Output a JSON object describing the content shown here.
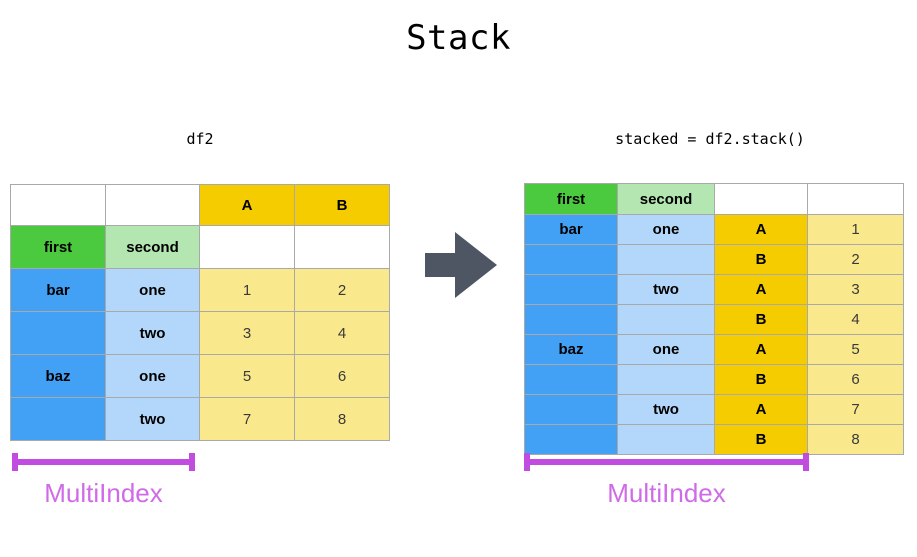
{
  "page": {
    "title": "Stack",
    "background": "#ffffff"
  },
  "colors": {
    "gold": "#F5CC00",
    "light_yellow": "#FAE98C",
    "green": "#4BC93F",
    "light_green": "#B3E6B0",
    "blue": "#42A0F5",
    "light_blue": "#B3D7FA",
    "arrow": "#4E5663",
    "bracket": "#C04DE0",
    "bracket_label": "#D06BE8",
    "grid_line": "#a9a9a9"
  },
  "left": {
    "caption": "df2",
    "table": {
      "rows": [
        [
          {
            "text": "",
            "style": "c-blank"
          },
          {
            "text": "",
            "style": "c-blank"
          },
          {
            "text": "A",
            "style": "c-gold"
          },
          {
            "text": "B",
            "style": "c-gold"
          }
        ],
        [
          {
            "text": "first",
            "style": "c-green"
          },
          {
            "text": "second",
            "style": "c-lgreen"
          },
          {
            "text": "",
            "style": "c-blank"
          },
          {
            "text": "",
            "style": "c-blank"
          }
        ],
        [
          {
            "text": "bar",
            "style": "c-blue"
          },
          {
            "text": "one",
            "style": "c-lblue"
          },
          {
            "text": "1",
            "style": "c-lyellow"
          },
          {
            "text": "2",
            "style": "c-lyellow"
          }
        ],
        [
          {
            "text": "",
            "style": "c-blue"
          },
          {
            "text": "two",
            "style": "c-lblue"
          },
          {
            "text": "3",
            "style": "c-lyellow"
          },
          {
            "text": "4",
            "style": "c-lyellow"
          }
        ],
        [
          {
            "text": "baz",
            "style": "c-blue"
          },
          {
            "text": "one",
            "style": "c-lblue"
          },
          {
            "text": "5",
            "style": "c-lyellow"
          },
          {
            "text": "6",
            "style": "c-lyellow"
          }
        ],
        [
          {
            "text": "",
            "style": "c-blue"
          },
          {
            "text": "two",
            "style": "c-lblue"
          },
          {
            "text": "7",
            "style": "c-lyellow"
          },
          {
            "text": "8",
            "style": "c-lyellow"
          }
        ]
      ]
    },
    "bracket_label": "MultiIndex"
  },
  "right": {
    "caption": "stacked = df2.stack()",
    "table": {
      "rows": [
        [
          {
            "text": "first",
            "style": "c-green"
          },
          {
            "text": "second",
            "style": "c-lgreen"
          },
          {
            "text": "",
            "style": "c-blank"
          },
          {
            "text": "",
            "style": "c-blank"
          }
        ],
        [
          {
            "text": "bar",
            "style": "c-blue"
          },
          {
            "text": "one",
            "style": "c-lblue"
          },
          {
            "text": "A",
            "style": "c-gold"
          },
          {
            "text": "1",
            "style": "c-lyellow"
          }
        ],
        [
          {
            "text": "",
            "style": "c-blue"
          },
          {
            "text": "",
            "style": "c-lblue"
          },
          {
            "text": "B",
            "style": "c-gold"
          },
          {
            "text": "2",
            "style": "c-lyellow"
          }
        ],
        [
          {
            "text": "",
            "style": "c-blue"
          },
          {
            "text": "two",
            "style": "c-lblue"
          },
          {
            "text": "A",
            "style": "c-gold"
          },
          {
            "text": "3",
            "style": "c-lyellow"
          }
        ],
        [
          {
            "text": "",
            "style": "c-blue"
          },
          {
            "text": "",
            "style": "c-lblue"
          },
          {
            "text": "B",
            "style": "c-gold"
          },
          {
            "text": "4",
            "style": "c-lyellow"
          }
        ],
        [
          {
            "text": "baz",
            "style": "c-blue"
          },
          {
            "text": "one",
            "style": "c-lblue"
          },
          {
            "text": "A",
            "style": "c-gold"
          },
          {
            "text": "5",
            "style": "c-lyellow"
          }
        ],
        [
          {
            "text": "",
            "style": "c-blue"
          },
          {
            "text": "",
            "style": "c-lblue"
          },
          {
            "text": "B",
            "style": "c-gold"
          },
          {
            "text": "6",
            "style": "c-lyellow"
          }
        ],
        [
          {
            "text": "",
            "style": "c-blue"
          },
          {
            "text": "two",
            "style": "c-lblue"
          },
          {
            "text": "A",
            "style": "c-gold"
          },
          {
            "text": "7",
            "style": "c-lyellow"
          }
        ],
        [
          {
            "text": "",
            "style": "c-blue"
          },
          {
            "text": "",
            "style": "c-lblue"
          },
          {
            "text": "B",
            "style": "c-gold"
          },
          {
            "text": "8",
            "style": "c-lyellow"
          }
        ]
      ]
    },
    "bracket_label": "MultiIndex"
  },
  "arrow": {
    "icon": "arrow-right-icon",
    "direction": "right"
  }
}
